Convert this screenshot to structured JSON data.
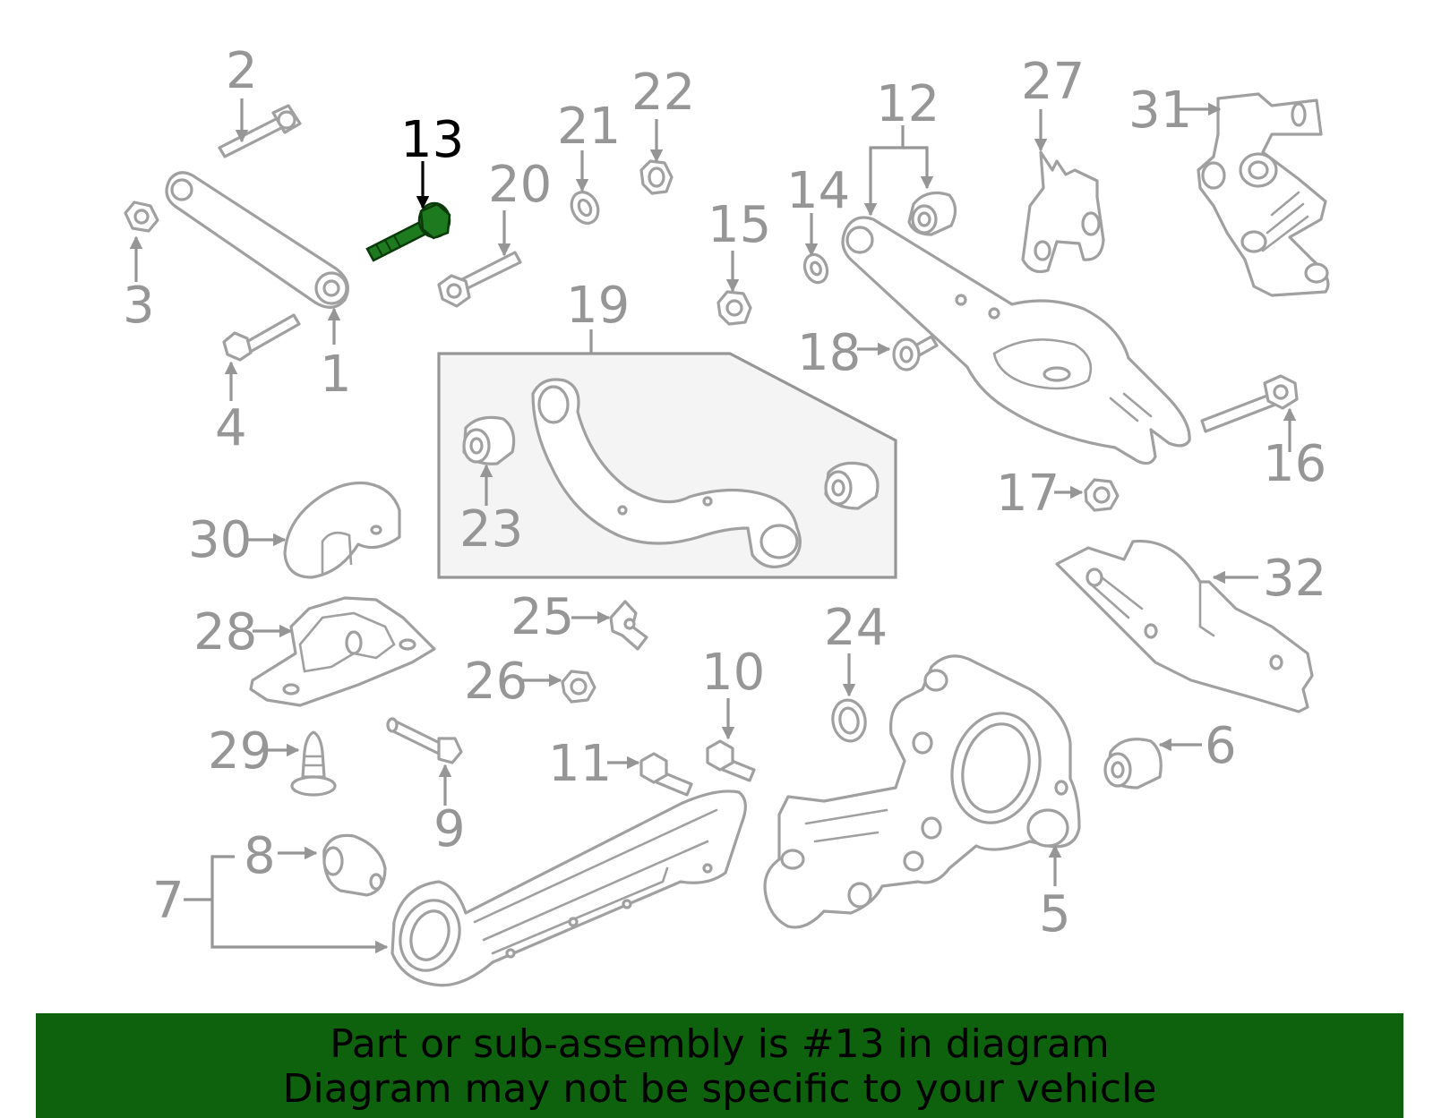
{
  "labels": {
    "l1": "1",
    "l2": "2",
    "l3": "3",
    "l4": "4",
    "l5": "5",
    "l6": "6",
    "l7": "7",
    "l8": "8",
    "l9": "9",
    "l10": "10",
    "l11": "11",
    "l12": "12",
    "l13": "13",
    "l14": "14",
    "l15": "15",
    "l16": "16",
    "l17": "17",
    "l18": "18",
    "l19": "19",
    "l20": "20",
    "l21": "21",
    "l22": "22",
    "l23": "23",
    "l24": "24",
    "l25": "25",
    "l26": "26",
    "l27": "27",
    "l28": "28",
    "l29": "29",
    "l30": "30",
    "l31": "31",
    "l32": "32"
  },
  "highlight": {
    "part_number": "13",
    "color": "#1e7a1e"
  },
  "colors": {
    "outline": "#a0a0a0",
    "label": "#969696",
    "banner": "#0e620e",
    "inset_fill": "#f4f4f4"
  },
  "banner": {
    "line1": "Part or sub-assembly is #13 in diagram",
    "line2": "Diagram may not be specific to your vehicle"
  }
}
